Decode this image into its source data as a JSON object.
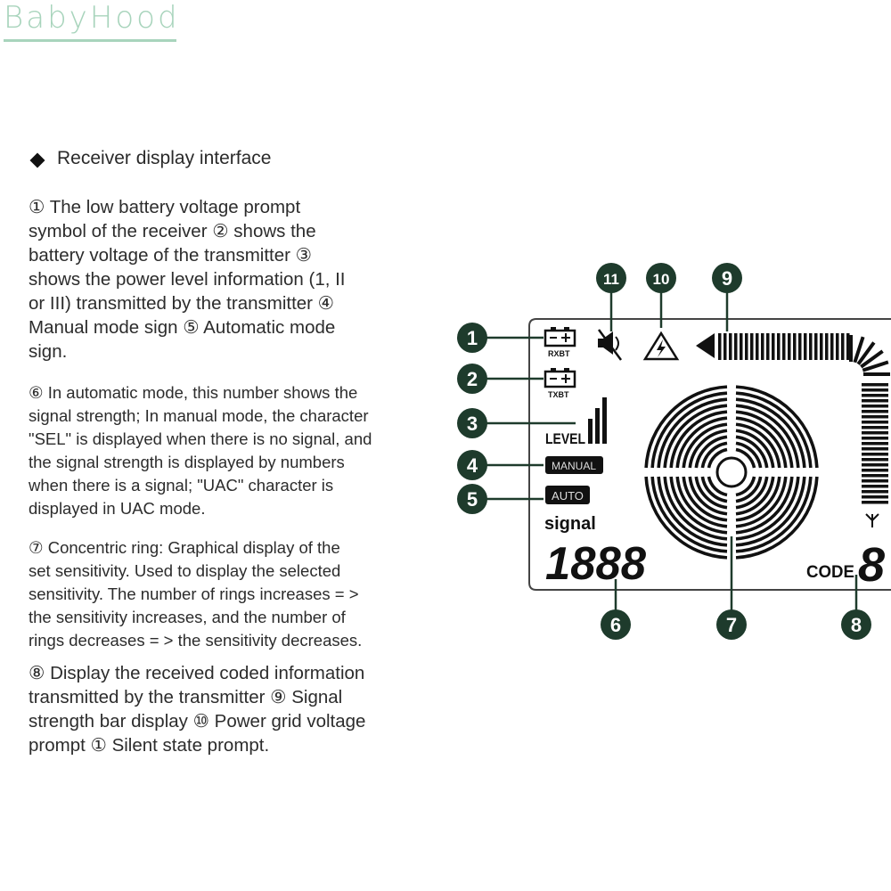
{
  "brand": "BabyHood",
  "heading": "Receiver display interface",
  "paragraphs": {
    "p1": "① The low battery voltage prompt\nsymbol of the receiver ② shows the\nbattery voltage of the transmitter ③\nshows the power level information (1, II\nor III) transmitted by the transmitter ④\nManual mode sign ⑤ Automatic mode\nsign.",
    "p2": "⑥ In automatic mode, this number shows the\nsignal strength; In manual mode, the character\n\"SEL\" is displayed when there is no signal, and\nthe signal strength is displayed by numbers\nwhen there is a signal; \"UAC\" character is\ndisplayed in UAC mode.",
    "p3": "⑦ Concentric ring: Graphical display of the\nset sensitivity. Used to display the selected\nsensitivity. The number of rings increases = >\nthe sensitivity increases, and the number of\nrings decreases = > the sensitivity decreases.",
    "p4": "⑧ Display the received coded information\ntransmitted by the transmitter ⑨ Signal\nstrength bar display ⑩ Power grid voltage\nprompt ① Silent state prompt."
  },
  "display": {
    "rxbt_label": "RXBT",
    "txbt_label": "TXBT",
    "level_label": "LEVEL",
    "manual_label": "MANUAL",
    "auto_label": "AUTO",
    "signal_label": "signal",
    "digits": "1888",
    "code_label": "CODE",
    "code_digit": "8"
  },
  "callouts": {
    "n1": "1",
    "n2": "2",
    "n3": "3",
    "n4": "4",
    "n5": "5",
    "n6": "6",
    "n7": "7",
    "n8": "8",
    "n9": "9",
    "n10": "10",
    "n11": "11"
  },
  "colors": {
    "callout": "#1e3b2c",
    "brand": "#a8d4bc"
  }
}
